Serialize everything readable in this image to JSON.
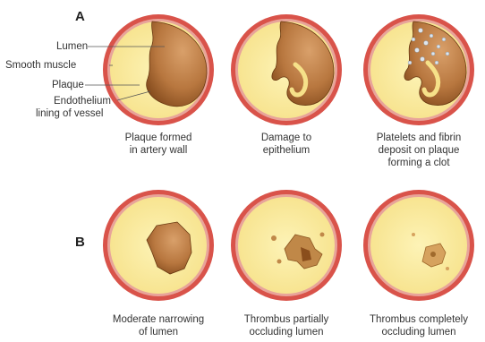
{
  "panels": {
    "a": "A",
    "b": "B"
  },
  "labels": {
    "lumen": "Lumen",
    "smooth_muscle": "Smooth muscle",
    "plaque": "Plaque",
    "endothelium": [
      "Endothelium",
      "lining of vessel"
    ]
  },
  "captions": {
    "a1": [
      "Plaque formed",
      "in artery wall"
    ],
    "a2": [
      "Damage to",
      "epithelium"
    ],
    "a3": [
      "Platelets and fibrin",
      "deposit on plaque",
      "forming a clot"
    ],
    "b1": [
      "Moderate narrowing",
      "of lumen"
    ],
    "b2": [
      "Thrombus partially",
      "occluding lumen"
    ],
    "b3": [
      "Thrombus completely",
      "occluding lumen"
    ]
  },
  "colors": {
    "outer_wall": "#d9534a",
    "wall_ring": "#e8a49a",
    "plaque": "#fbeea0",
    "lumen_dark": "#8a4e1c",
    "lumen_light": "#d9a06a",
    "platelet": "#dfe6ee"
  }
}
